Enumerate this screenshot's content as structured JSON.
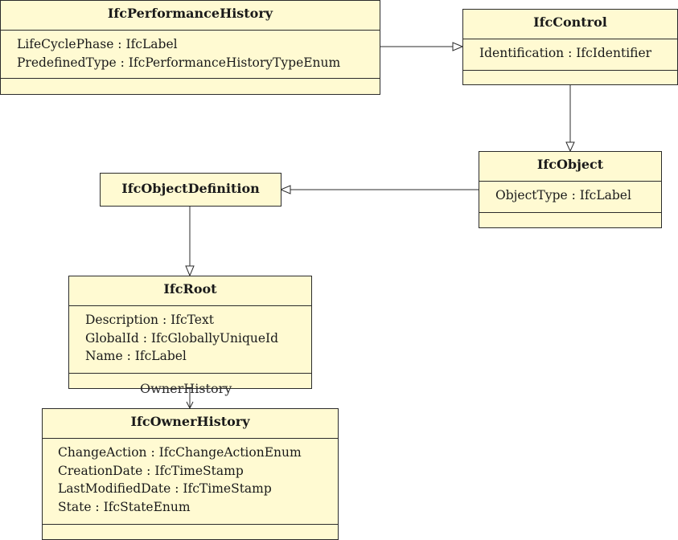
{
  "classes": {
    "performance_history": {
      "name": "IfcPerformanceHistory",
      "attributes": [
        "LifeCyclePhase : IfcLabel",
        "PredefinedType : IfcPerformanceHistoryTypeEnum"
      ]
    },
    "control": {
      "name": "IfcControl",
      "attributes": [
        "Identification : IfcIdentifier"
      ]
    },
    "object": {
      "name": "IfcObject",
      "attributes": [
        "ObjectType : IfcLabel"
      ]
    },
    "object_definition": {
      "name": "IfcObjectDefinition"
    },
    "root": {
      "name": "IfcRoot",
      "attributes": [
        "Description : IfcText",
        "GlobalId : IfcGloballyUniqueId",
        "Name : IfcLabel"
      ]
    },
    "owner_history": {
      "name": "IfcOwnerHistory",
      "attributes": [
        "ChangeAction : IfcChangeActionEnum",
        "CreationDate : IfcTimeStamp",
        "LastModifiedDate : IfcTimeStamp",
        "State : IfcStateEnum"
      ]
    }
  },
  "relations": {
    "root_to_owner_history_role": "OwnerHistory"
  },
  "colors": {
    "class_fill": "#fffad2",
    "line": "#2b2b2b"
  }
}
